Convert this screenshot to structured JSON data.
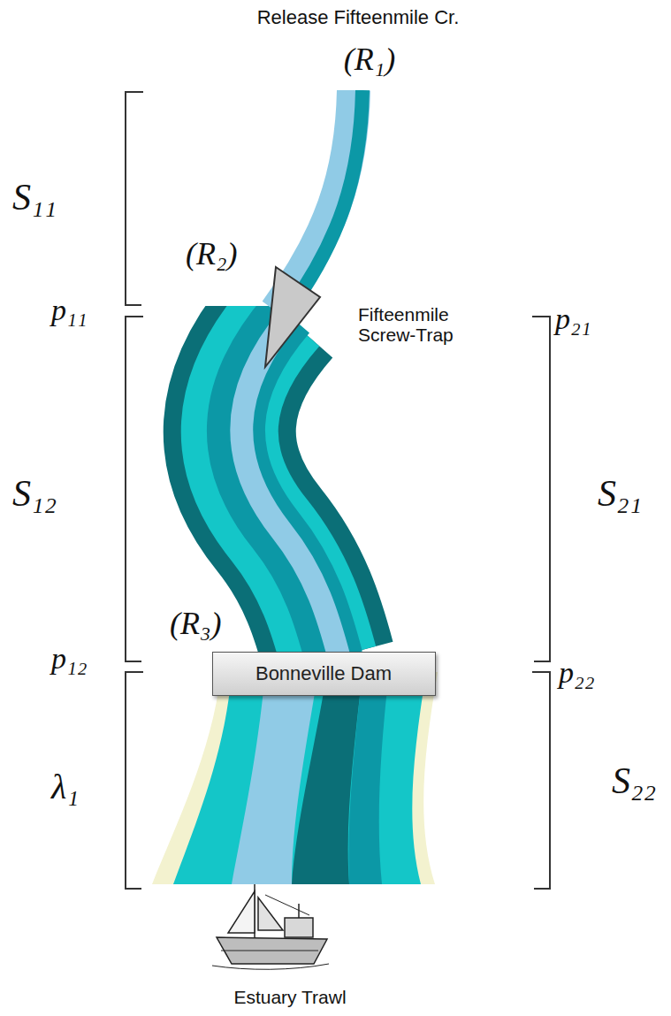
{
  "diagram": {
    "nodes": [
      {
        "text": [
          "Bonneville Dam"
        ]
      }
    ],
    "labels": [
      "Release Fifteenmile Cr.",
      "(R₁)",
      "S₁₁",
      "(R₂)",
      "p₁₁",
      "Fifteenmile Screw-Trap",
      "p₂₁",
      "S₁₂",
      "S₂₁",
      "(R₃)",
      "p₁₂",
      "p₂₂",
      "λ₁",
      "S₂₂",
      "Estuary Trawl"
    ]
  }
}
